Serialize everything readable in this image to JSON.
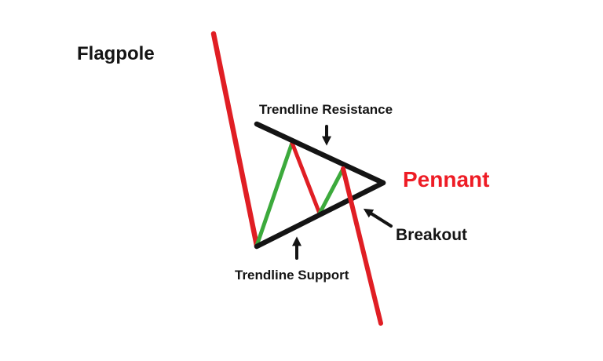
{
  "diagram": {
    "labels": {
      "flagpole": "Flagpole",
      "trendline_resistance": "Trendline Resistance",
      "pennant": "Pennant",
      "breakout": "Breakout",
      "trendline_support": "Trendline Support"
    },
    "colors": {
      "background": "#ffffff",
      "flagpole_line": "#e01e24",
      "up_swing_line": "#3caa3c",
      "trendline": "#141414",
      "arrow": "#141414",
      "text": "#141414",
      "pennant_label": "#ee1c25"
    }
  }
}
